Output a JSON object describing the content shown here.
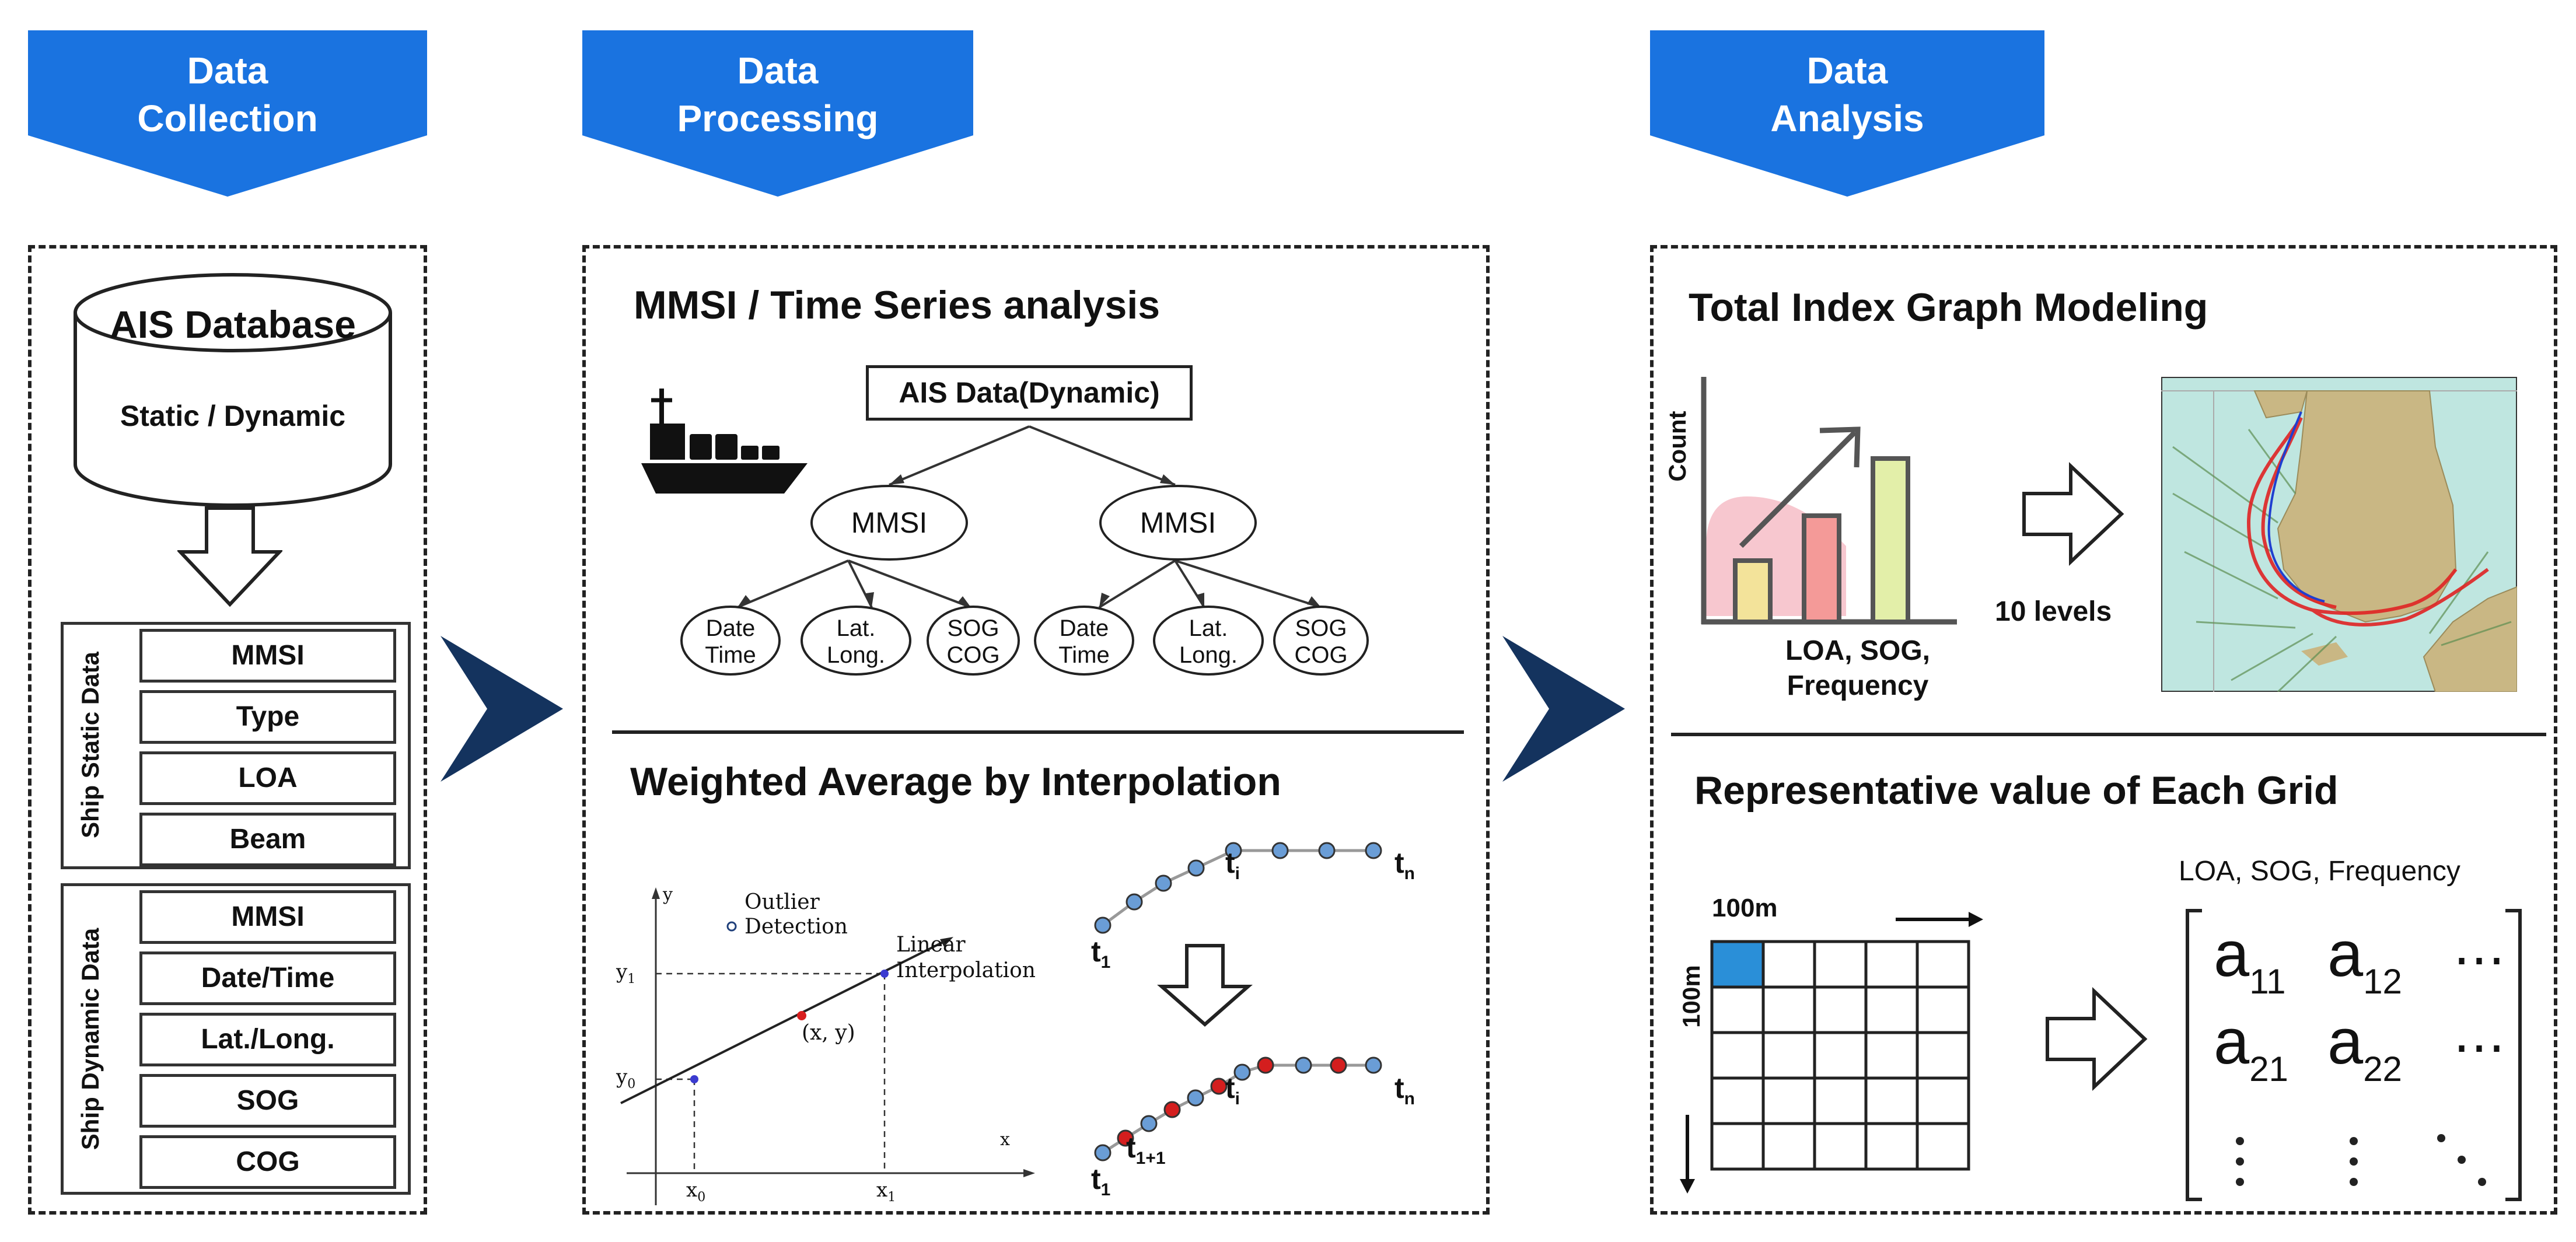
{
  "headers": {
    "collection": [
      "Data",
      "Collection"
    ],
    "processing": [
      "Data",
      "Processing"
    ],
    "analysis": [
      "Data",
      "Analysis"
    ]
  },
  "collection": {
    "db_title": "AIS Database",
    "db_sub": "Static / Dynamic",
    "static_label": "Ship Static Data",
    "static_fields": [
      "MMSI",
      "Type",
      "LOA",
      "Beam"
    ],
    "dynamic_label": "Ship Dynamic Data",
    "dynamic_fields": [
      "MMSI",
      "Date/Time",
      "Lat./Long.",
      "SOG",
      "COG"
    ]
  },
  "processing": {
    "title1": "MMSI / Time Series analysis",
    "root": "AIS Data(Dynamic)",
    "mmsi": "MMSI",
    "leaves": [
      [
        "Date",
        "Time"
      ],
      [
        "Lat.",
        "Long."
      ],
      [
        "SOG",
        "COG"
      ]
    ],
    "title2": "Weighted Average by Interpolation",
    "outlier": [
      "Outlier",
      "Detection"
    ],
    "linear": [
      "Linear",
      "Interpolation"
    ],
    "xy": "(x, y)",
    "axis_y": "y",
    "axis_x": "x",
    "y0": "y",
    "y0_sub": "0",
    "y1": "y",
    "y1_sub": "1",
    "x0": "x",
    "x0_sub": "0",
    "x1": "x",
    "x1_sub": "1",
    "t1": "t",
    "t1_sub": "1",
    "ti": "t",
    "ti_sub": "i",
    "tn": "t",
    "tn_sub": "n",
    "t1p1": "t",
    "t1p1_sub": "1+1"
  },
  "analysis": {
    "title1": "Total Index Graph Modeling",
    "count": "Count",
    "bar_caption": [
      "LOA, SOG,",
      "Frequency"
    ],
    "levels": "10 levels",
    "title2": "Representative value of Each Grid",
    "grid_top": "100m",
    "grid_side": "100m",
    "matrix_caption": "LOA, SOG, Frequency",
    "a11": "a",
    "a11_sub": "11",
    "a12": "a",
    "a12_sub": "12",
    "a21": "a",
    "a21_sub": "21",
    "a22": "a",
    "a22_sub": "22",
    "dots": "⋯"
  },
  "colors": {
    "header_blue": "#1a73e0",
    "arrow_navy": "#14335e",
    "grid_highlight": "#2a8fd8",
    "track_red": "#e02424",
    "track_blue": "#1f3fd0",
    "land": "#c9b784",
    "sea": "#bfe6e0"
  }
}
